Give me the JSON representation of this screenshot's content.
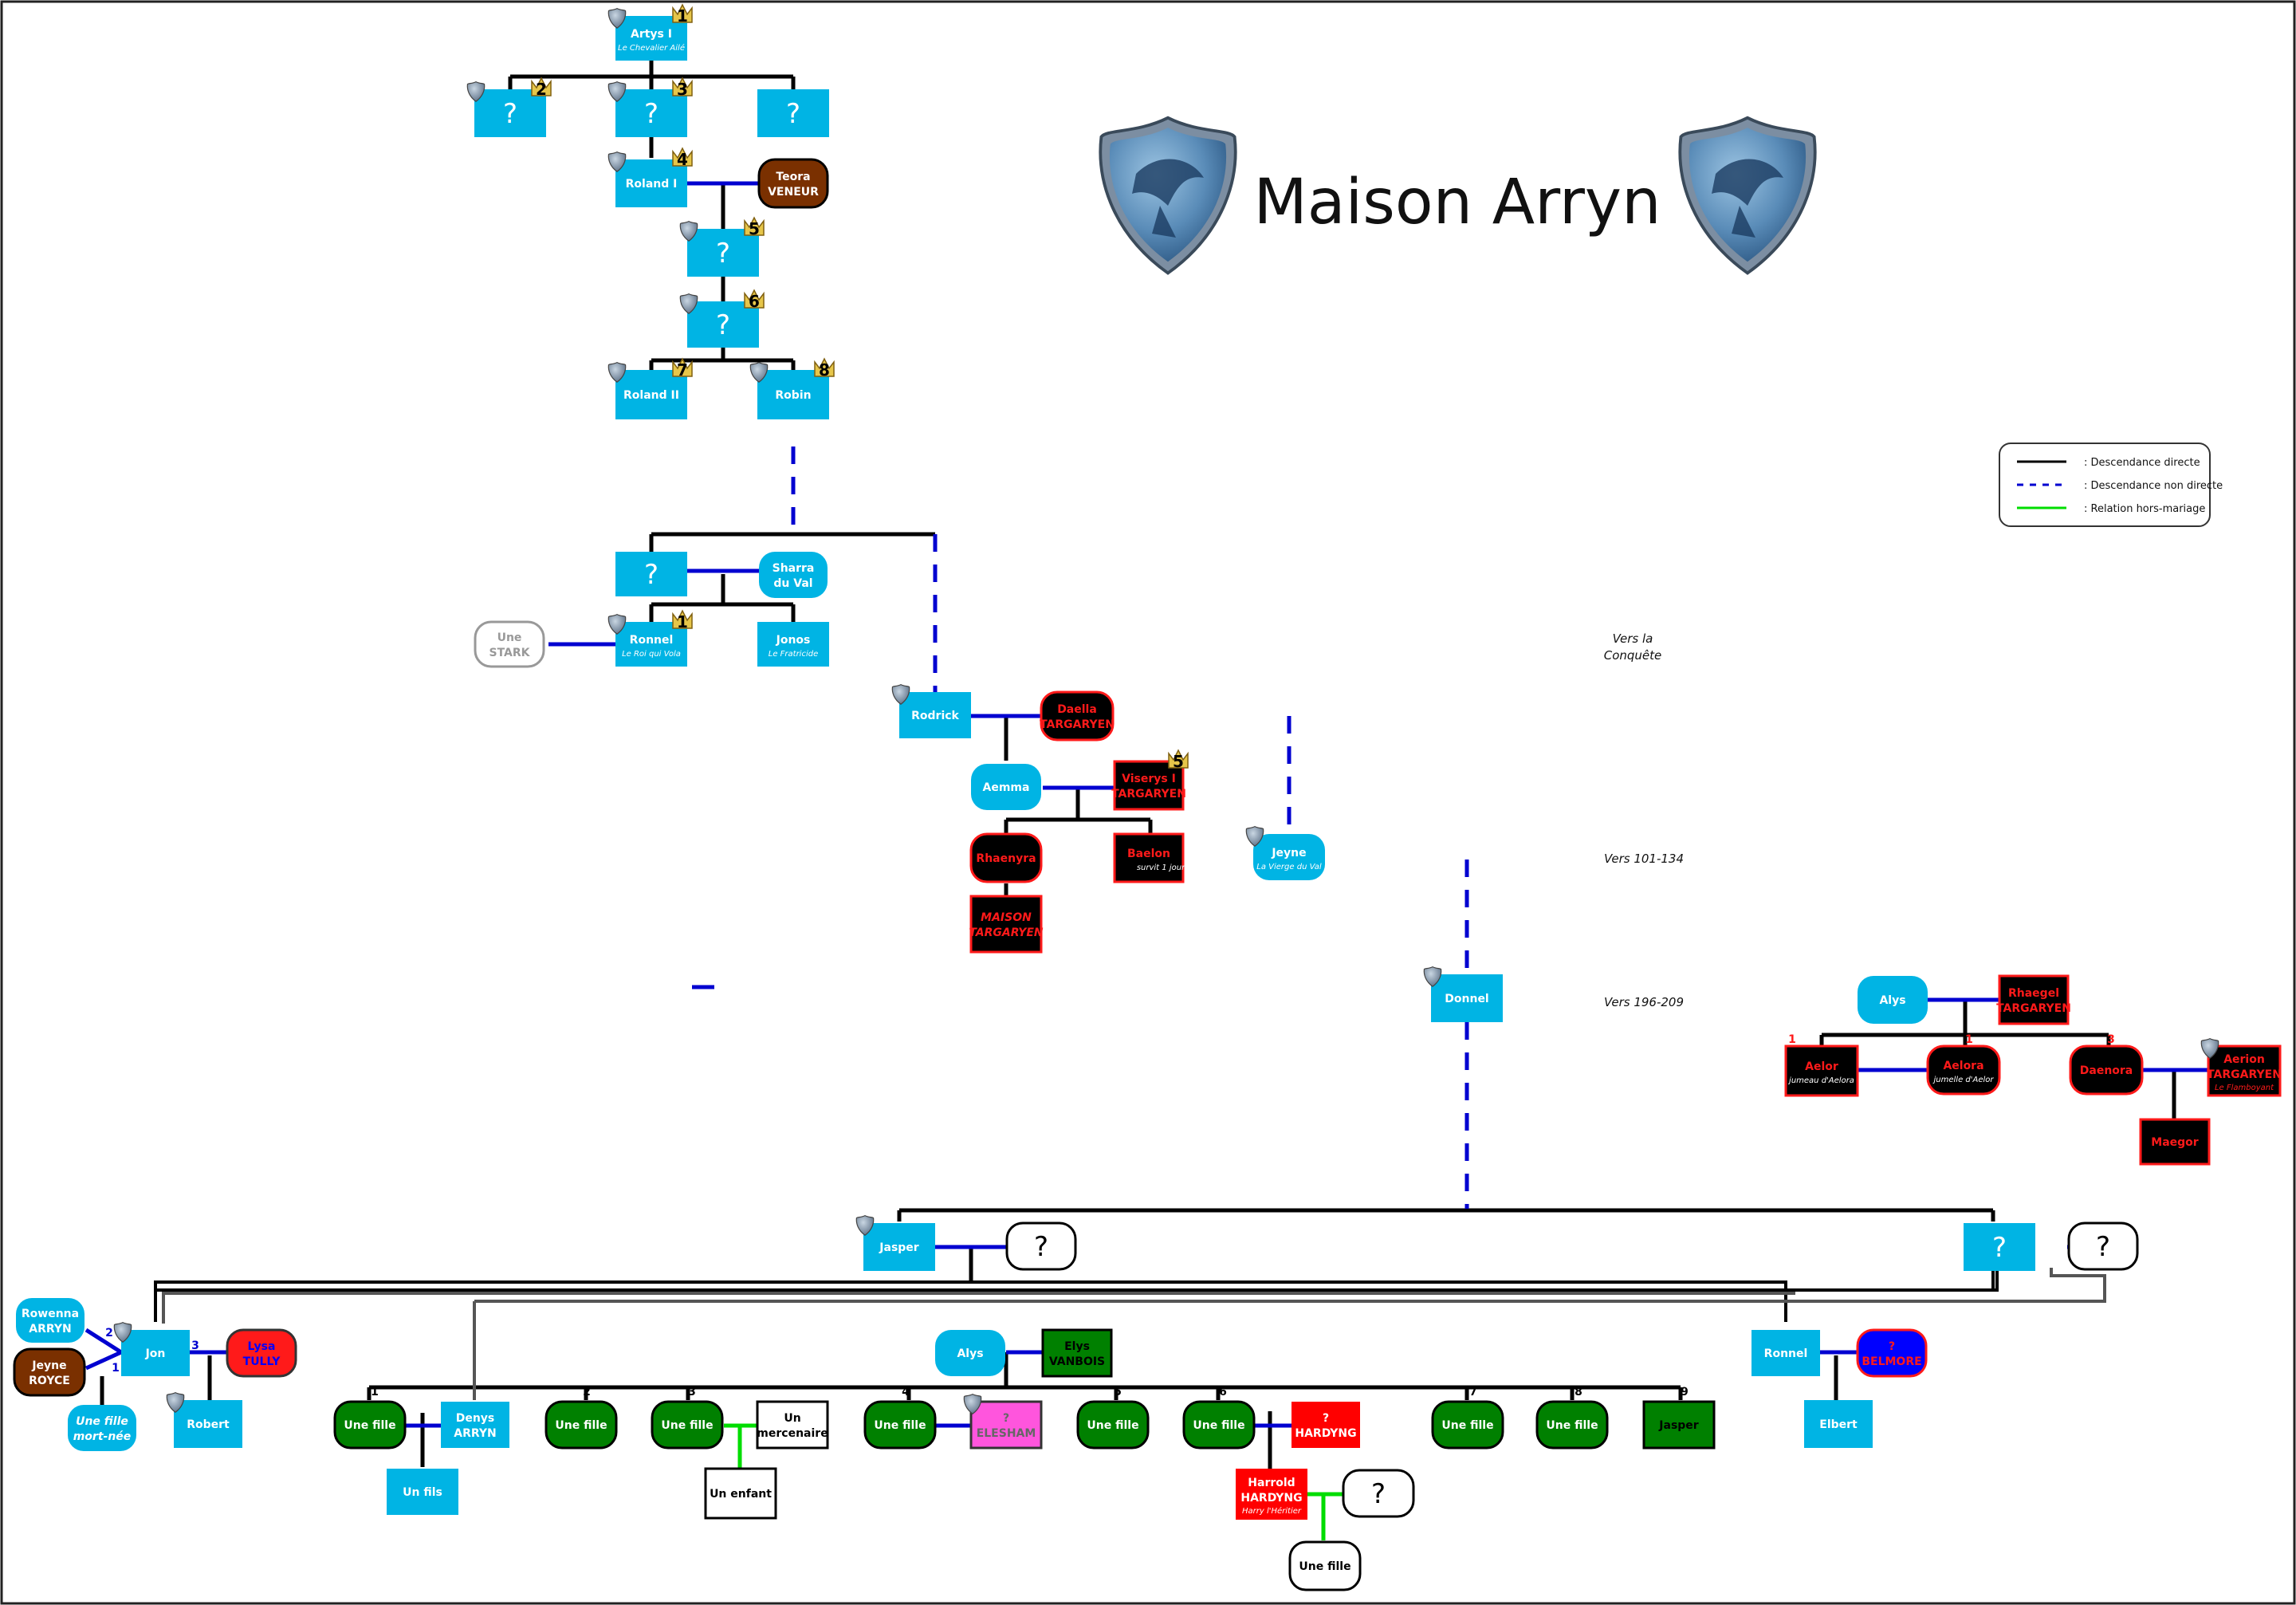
{
  "title": "Maison Arryn",
  "legend": {
    "direct": ": Descendance directe",
    "indirect": ": Descendance non directe",
    "extramarital": ": Relation hors-mariage"
  },
  "era_labels": {
    "conquest_line1": "Vers la",
    "conquest_line2": "Conquête",
    "e101": "Vers 101-134",
    "e196": "Vers 196-209"
  },
  "colors": {
    "arryn": "#00b4e4",
    "targaryen_fill": "#000000",
    "targaryen_text": "#ff1a1a",
    "tully": "#ff1a1a",
    "belmore": "#0000ff",
    "brown": "#7a3000",
    "green": "#008000",
    "pink": "#ff55dd",
    "hardyng": "#ff0000",
    "line_blue": "#0000d0",
    "line_green": "#00dd00"
  },
  "people": {
    "artys": {
      "name": "Artys I",
      "sub": "Le Chevalier Ailé",
      "num": "1"
    },
    "q2": {
      "name": "?",
      "num": "2"
    },
    "q3": {
      "name": "?",
      "num": "3"
    },
    "q3b": {
      "name": "?"
    },
    "roland1": {
      "name": "Roland I",
      "num": "4"
    },
    "teora": {
      "l1": "Teora",
      "l2": "VENEUR"
    },
    "q5": {
      "name": "?",
      "num": "5"
    },
    "q6": {
      "name": "?",
      "num": "6"
    },
    "roland2": {
      "name": "Roland II",
      "num": "7"
    },
    "robin": {
      "name": "Robin",
      "num": "8"
    },
    "qsharra": {
      "name": "?"
    },
    "sharra": {
      "l1": "Sharra",
      "l2": "du Val"
    },
    "stark": {
      "l1": "Une",
      "l2": "STARK"
    },
    "ronnel1": {
      "name": "Ronnel",
      "sub": "Le Roi qui Vola",
      "num": "1"
    },
    "jonos": {
      "name": "Jonos",
      "sub": "Le Fratricide"
    },
    "rodrick": {
      "name": "Rodrick"
    },
    "daella": {
      "l1": "Daella",
      "l2": "TARGARYEN"
    },
    "aemma": {
      "name": "Aemma"
    },
    "viserys": {
      "l1": "Viserys I",
      "l2": "TARGARYEN",
      "num": "5"
    },
    "rhaenyra": {
      "name": "Rhaenyra"
    },
    "baelon": {
      "name": "Baelon",
      "sub": "survit 1 jour"
    },
    "maison_targ": {
      "l1": "MAISON",
      "l2": "TARGARYEN"
    },
    "jeyne_val": {
      "name": "Jeyne",
      "sub": "La Vierge du Val"
    },
    "donnel": {
      "name": "Donnel"
    },
    "alys_t": {
      "name": "Alys"
    },
    "rhaegel": {
      "l1": "Rhaegel",
      "l2": "TARGARYEN"
    },
    "aelor": {
      "name": "Aelor",
      "sub": "jumeau d'Aelora",
      "num": "1"
    },
    "aelora": {
      "name": "Aelora",
      "sub": "jumelle d'Aelor",
      "num": "1"
    },
    "daenora": {
      "name": "Daenora",
      "num": "3"
    },
    "aerion": {
      "l1": "Aerion",
      "l2": "TARGARYEN",
      "sub": "Le Flamboyant"
    },
    "maegor": {
      "name": "Maegor"
    },
    "jasper": {
      "name": "Jasper"
    },
    "jasper_w": {
      "name": "?"
    },
    "qright": {
      "name": "?"
    },
    "qright_w": {
      "name": "?"
    },
    "rowenna": {
      "l1": "Rowenna",
      "l2": "ARRYN",
      "num": "2"
    },
    "jeyne_royce": {
      "l1": "Jeyne",
      "l2": "ROYCE",
      "num": "1"
    },
    "jon": {
      "name": "Jon"
    },
    "lysa": {
      "l1": "Lysa",
      "l2": "TULLY",
      "num": "3"
    },
    "fille_mort": {
      "l1": "Une fille",
      "l2": "mort-née"
    },
    "robert": {
      "name": "Robert"
    },
    "alys": {
      "name": "Alys"
    },
    "elys": {
      "l1": "Elys",
      "l2": "VANBOIS"
    },
    "ronnel2": {
      "name": "Ronnel"
    },
    "belmore": {
      "l1": "?",
      "l2": "BELMORE"
    },
    "elbert": {
      "name": "Elbert"
    },
    "f1": {
      "name": "Une fille",
      "num": "1"
    },
    "denys": {
      "l1": "Denys",
      "l2": "ARRYN"
    },
    "fils": {
      "name": "Un fils"
    },
    "f2": {
      "name": "Une fille",
      "num": "2"
    },
    "f3": {
      "name": "Une fille",
      "num": "3"
    },
    "merc": {
      "l1": "Un",
      "l2": "mercenaire"
    },
    "enfant": {
      "name": "Un enfant"
    },
    "f4": {
      "name": "Une fille",
      "num": "4"
    },
    "elesham": {
      "l1": "?",
      "l2": "ELESHAM"
    },
    "f5": {
      "name": "Une fille",
      "num": "5"
    },
    "f6": {
      "name": "Une fille",
      "num": "6"
    },
    "hardyng_q": {
      "l1": "?",
      "l2": "HARDYNG"
    },
    "harrold": {
      "l1": "Harrold",
      "l2": "HARDYNG",
      "sub": "Harry l'Héritier"
    },
    "harrold_w": {
      "name": "?"
    },
    "fille_h": {
      "name": "Une fille"
    },
    "f7": {
      "name": "Une fille",
      "num": "7"
    },
    "f8": {
      "name": "Une fille",
      "num": "8"
    },
    "jasper9": {
      "name": "Jasper",
      "num": "9"
    }
  }
}
